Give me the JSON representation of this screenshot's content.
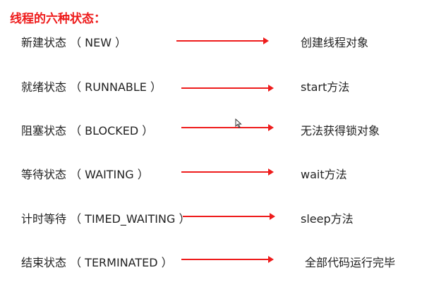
{
  "title": "线程的六种状态：",
  "colors": {
    "accent": "#ee1c1c",
    "text": "#222222"
  },
  "states": [
    {
      "label": "新建状态 （ NEW ）",
      "description": "创建线程对象"
    },
    {
      "label": "就绪状态 （ RUNNABLE ）",
      "description": "start方法"
    },
    {
      "label": "阻塞状态 （ BLOCKED ）",
      "description": "无法获得锁对象"
    },
    {
      "label": "等待状态 （ WAITING ）",
      "description": "wait方法"
    },
    {
      "label": "计时等待 （ TIMED_WAITING ）",
      "description": "sleep方法"
    },
    {
      "label": "结束状态 （ TERMINATED ）",
      "description": "全部代码运行完毕"
    }
  ],
  "icons": {
    "cursor": "mouse-pointer-icon"
  }
}
